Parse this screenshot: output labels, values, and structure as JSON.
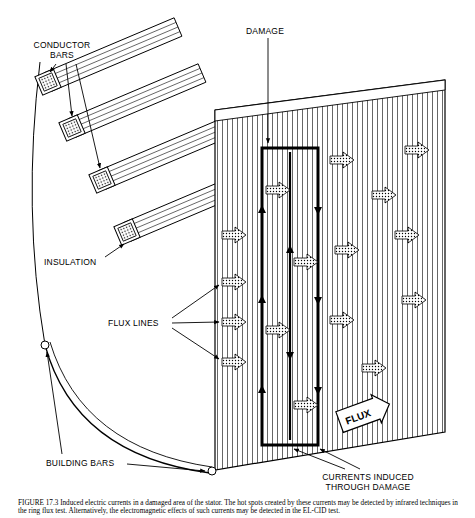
{
  "diagram": {
    "caption": "FIGURE 17.3 Induced electric currents in a damaged area of the stator. The hot spots created by these currents may be detected by infrared techniques in the ring flux test. Alternatively, the electromagnetic effects of such currents may be detected in the EL-CID test.",
    "nodes": [
      {
        "text": [
          "FLUX"
        ]
      }
    ],
    "labels": [
      "DAMAGE",
      "CONDUCTOR BARS",
      "INSULATION",
      "FLUX LINES",
      "BUILDING BARS",
      "CURRENTS INDUCED THROUGH DAMAGE"
    ]
  }
}
